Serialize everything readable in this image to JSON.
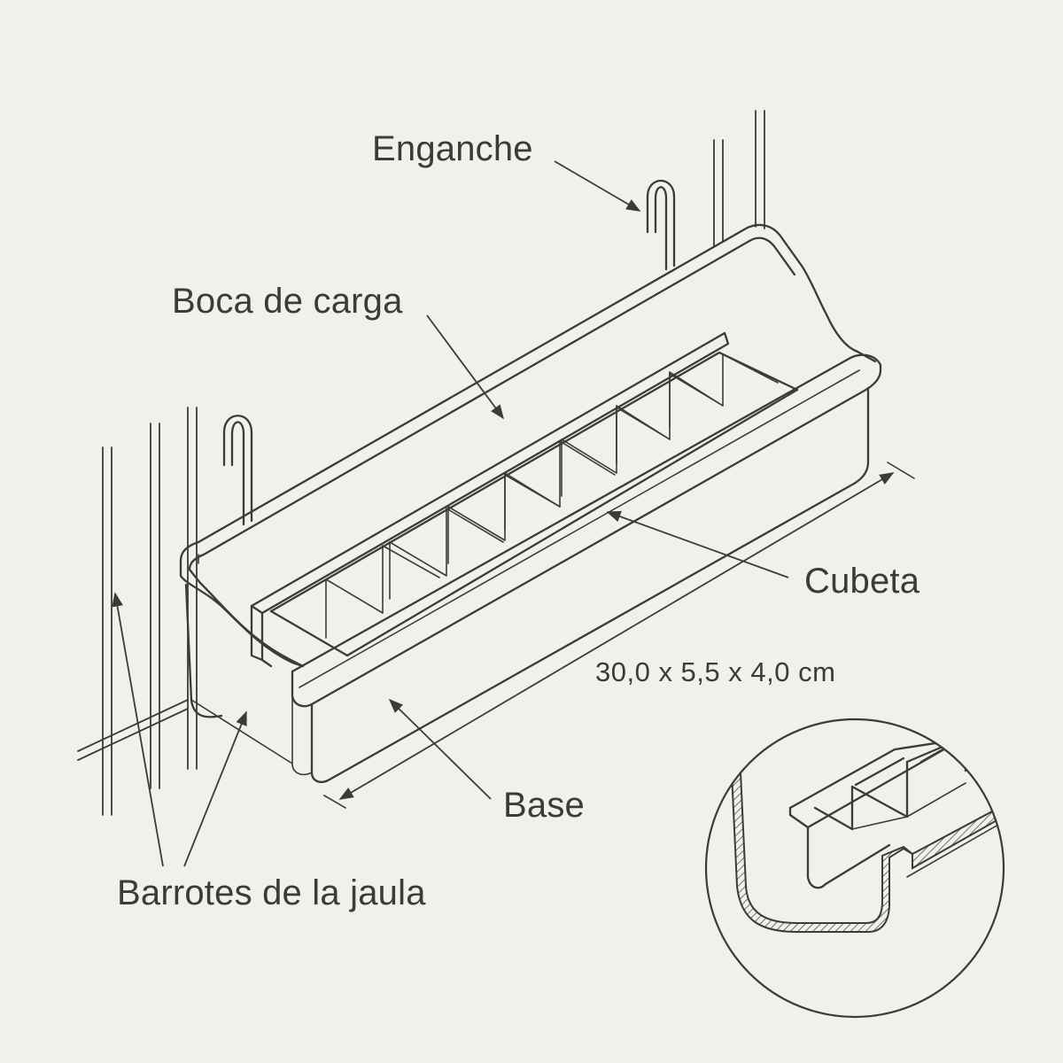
{
  "labels": {
    "hook": "Enganche",
    "loading_mouth": "Boca de carga",
    "tray": "Cubeta",
    "dimensions": "30,0 x 5,5 x 4,0 cm",
    "base": "Base",
    "cage_bars": "Barrotes de la jaula"
  },
  "colors": {
    "background": "#f1f0ea",
    "ink": "#3b3b38"
  }
}
